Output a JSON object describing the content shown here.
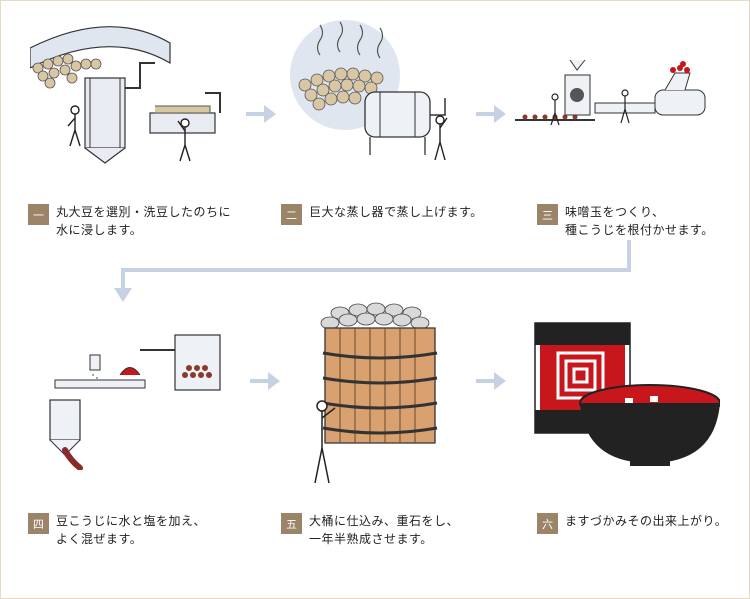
{
  "steps": [
    {
      "num": "一",
      "lines": [
        "丸大豆を選別・洗豆したのちに",
        "水に浸します。"
      ]
    },
    {
      "num": "二",
      "lines": [
        "巨大な蒸し器で蒸し上げます。"
      ]
    },
    {
      "num": "三",
      "lines": [
        "味噌玉をつくり、",
        "種こうじを根付かせます。"
      ]
    },
    {
      "num": "四",
      "lines": [
        "豆こうじに水と塩を加え、",
        "よく混ぜます。"
      ]
    },
    {
      "num": "五",
      "lines": [
        "大桶に仕込み、重石をし、",
        "一年半熟成させます。"
      ]
    },
    {
      "num": "六",
      "lines": [
        "ますづかみその出来上がり。"
      ]
    }
  ],
  "colors": {
    "badge": "#9b8468",
    "arrow": "#c6d1e3",
    "red": "#c8161d",
    "dark": "#2a2a2a",
    "soy": "#d9c6a4"
  }
}
